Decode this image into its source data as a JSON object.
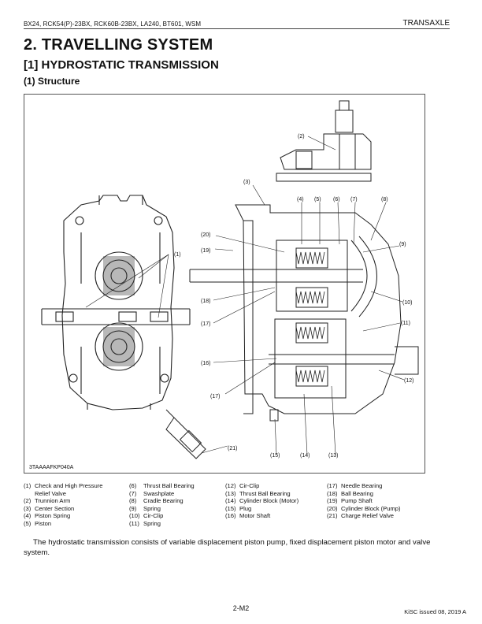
{
  "header": {
    "models": "BX24, RCK54(P)-23BX, RCK60B-23BX, LA240, BT601, WSM",
    "section": "TRANSAXLE"
  },
  "title": "2.  TRAVELLING SYSTEM",
  "subtitle": "[1]  HYDROSTATIC TRANSMISSION",
  "subsection": "(1)  Structure",
  "figure": {
    "code": "3TAAAAFKP040A",
    "callouts": [
      "(1)",
      "(2)",
      "(3)",
      "(4)",
      "(5)",
      "(6)",
      "(7)",
      "(8)",
      "(9)",
      "(10)",
      "(11)",
      "(12)",
      "(13)",
      "(14)",
      "(15)",
      "(16)",
      "(17)",
      "(18)",
      "(19)",
      "(20)",
      "(21)",
      "(17)"
    ]
  },
  "legend": {
    "columns": [
      [
        {
          "num": "(1)",
          "text": "Check and High Pressure"
        },
        {
          "num": "",
          "text": "Relief Valve"
        },
        {
          "num": "(2)",
          "text": "Trunnion Arm"
        },
        {
          "num": "(3)",
          "text": "Center Section"
        },
        {
          "num": "(4)",
          "text": "Piston Spring"
        },
        {
          "num": "(5)",
          "text": "Piston"
        }
      ],
      [
        {
          "num": "(6)",
          "text": "Thrust Ball Bearing"
        },
        {
          "num": "(7)",
          "text": "Swashplate"
        },
        {
          "num": "(8)",
          "text": "Cradle Bearing"
        },
        {
          "num": "(9)",
          "text": "Spring"
        },
        {
          "num": "(10)",
          "text": "Cir-Clip"
        },
        {
          "num": "(11)",
          "text": "Spring"
        }
      ],
      [
        {
          "num": "(12)",
          "text": "Cir-Clip"
        },
        {
          "num": "(13)",
          "text": "Thrust Ball Bearing"
        },
        {
          "num": "(14)",
          "text": "Cylinder Block (Motor)"
        },
        {
          "num": "(15)",
          "text": "Plug"
        },
        {
          "num": "(16)",
          "text": "Motor Shaft"
        }
      ],
      [
        {
          "num": "(17)",
          "text": "Needle Bearing"
        },
        {
          "num": "(18)",
          "text": "Ball Bearing"
        },
        {
          "num": "(19)",
          "text": "Pump Shaft"
        },
        {
          "num": "(20)",
          "text": "Cylinder Block (Pump)"
        },
        {
          "num": "(21)",
          "text": "Charge Relief Valve"
        }
      ]
    ]
  },
  "body_text": "The hydrostatic transmission consists of variable displacement piston pump, fixed displacement piston motor and valve system.",
  "footer": {
    "page": "2-M2",
    "issue": "KiSC issued 08, 2019 A"
  }
}
